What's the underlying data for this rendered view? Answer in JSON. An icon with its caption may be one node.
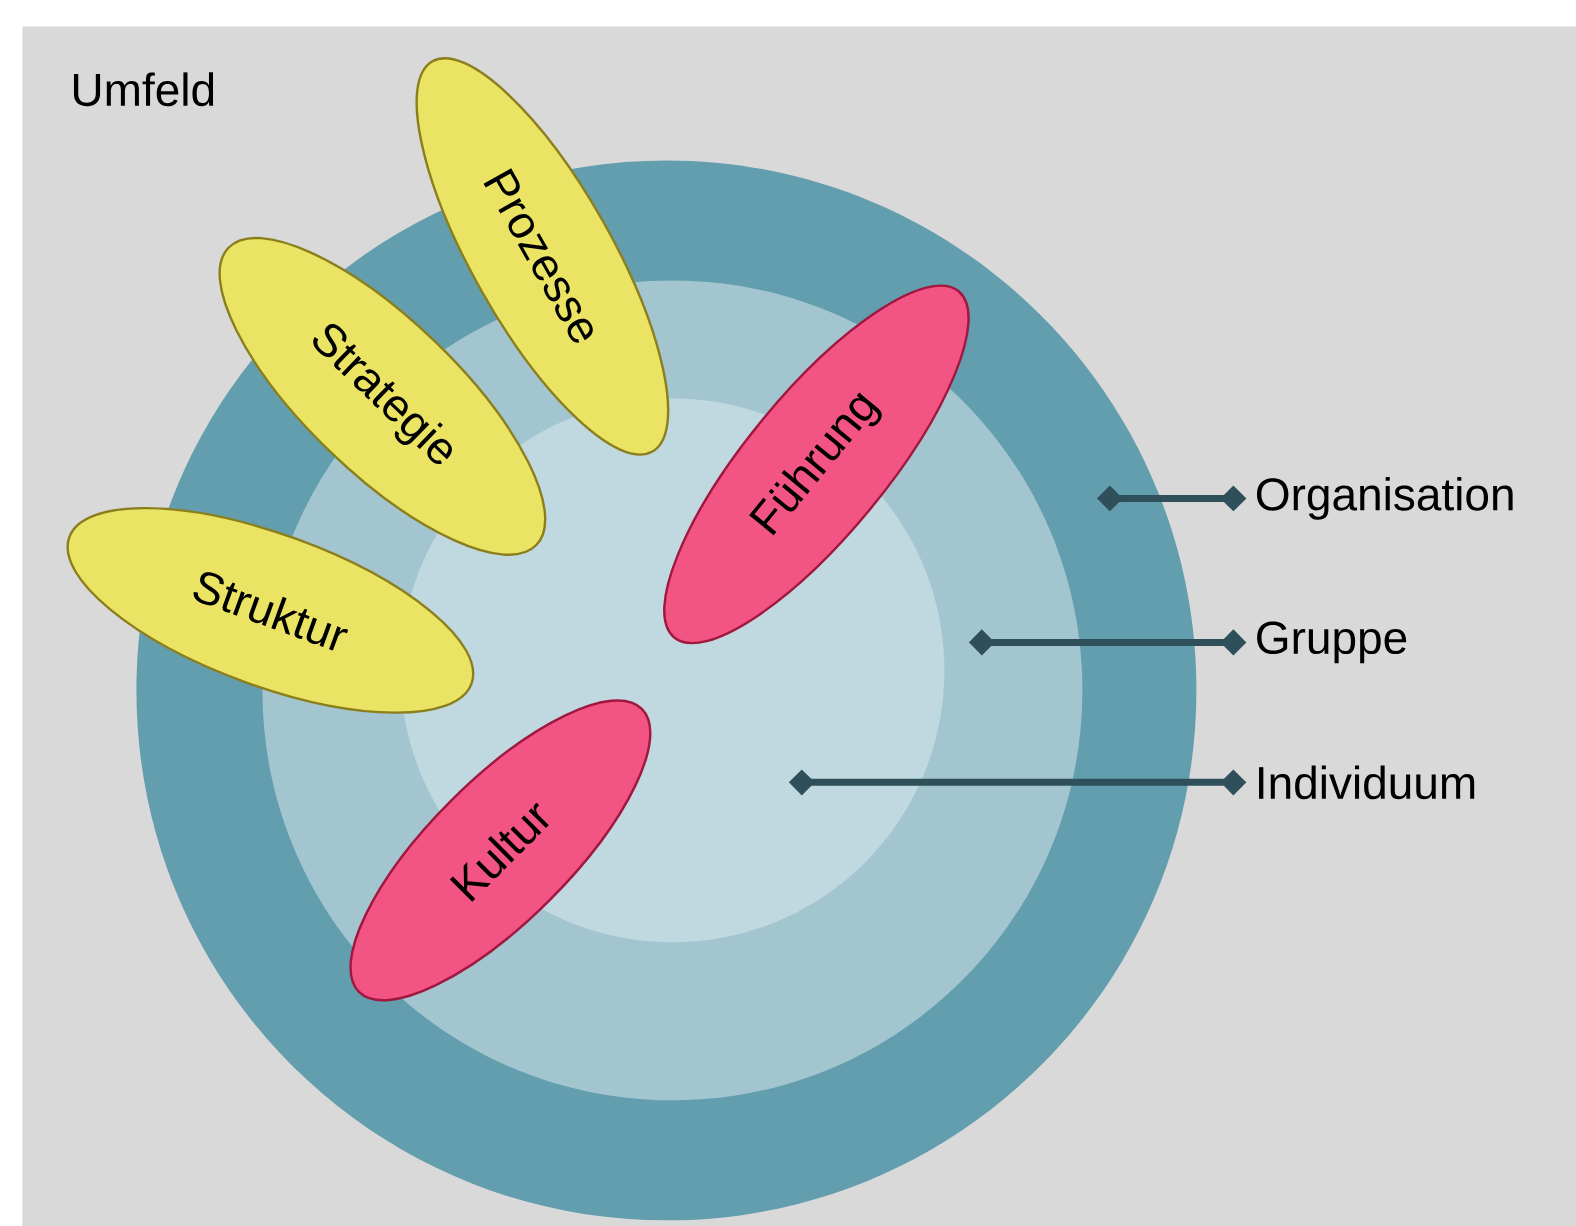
{
  "diagram": {
    "nodes": [
      {
        "text": [
          "Umfeld"
        ]
      },
      {
        "text": [],
        "shape": "circle",
        "in": 0
      },
      {
        "text": [],
        "shape": "circle",
        "in": 1
      },
      {
        "text": [],
        "shape": "circle",
        "in": 2
      },
      {
        "text": [
          "Prozesse"
        ],
        "in": 0
      },
      {
        "text": [
          "Strategie"
        ],
        "in": 1
      },
      {
        "text": [
          "Struktur"
        ],
        "in": 0
      },
      {
        "text": [
          "Führung"
        ],
        "in": 2
      },
      {
        "text": [
          "Kultur"
        ],
        "in": 2
      },
      {
        "text": [
          "Organisation"
        ],
        "in": 0
      },
      {
        "text": [
          "Gruppe"
        ],
        "in": 0
      },
      {
        "text": [
          "Individuum"
        ],
        "in": 0
      }
    ],
    "edges": [
      {
        "from": 9,
        "to": 1,
        "arrow": "other"
      },
      {
        "from": 10,
        "to": 2,
        "arrow": "other"
      },
      {
        "from": 11,
        "to": 3,
        "arrow": "other"
      }
    ]
  }
}
